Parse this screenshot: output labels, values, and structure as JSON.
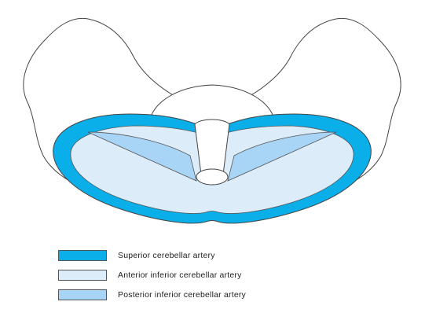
{
  "colors": {
    "superior": "#0aaee8",
    "anterior_inferior": "#dcecf9",
    "posterior_inferior": "#a8d4f5",
    "outline": "#444444",
    "background": "#ffffff"
  },
  "legend": [
    {
      "label": "Superior cerebellar artery",
      "color": "#0aaee8"
    },
    {
      "label": "Anterior inferior cerebellar artery",
      "color": "#dcecf9"
    },
    {
      "label": "Posterior inferior cerebellar artery",
      "color": "#a8d4f5"
    }
  ]
}
